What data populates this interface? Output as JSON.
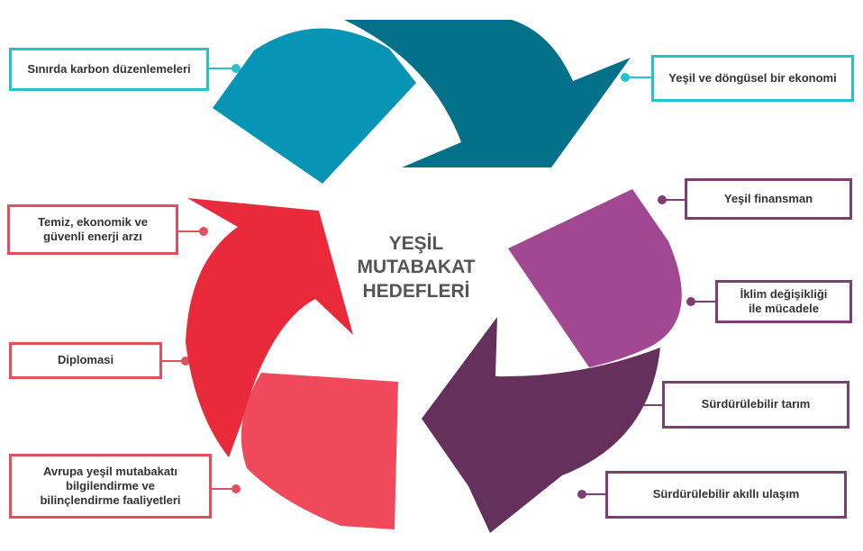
{
  "title": [
    "YEŞİL",
    "MUTABAKAT",
    "HEDEFLERİ"
  ],
  "colors": {
    "teal_light": "#0894b5",
    "teal_dark": "#03718a",
    "purple_light": "#a24893",
    "purple_dark": "#66305d",
    "red": "#e82a3b",
    "pink": "#f0495c",
    "cyan_border": "#24c2cb",
    "purple_border": "#7c3e73",
    "red_border": "#e0505f"
  },
  "labels": {
    "carbon": "Sınırda karbon düzenlemeleri",
    "economy": "Yeşil ve döngüsel bir ekonomi",
    "finance": "Yeşil finansman",
    "climate": [
      "İklim değişikliği",
      "ile mücadele"
    ],
    "agriculture": "Sürdürülebilir tarım",
    "transport": "Sürdürülebilir akıllı ulaşım",
    "energy": [
      "Temiz, ekonomik ve",
      "güvenli enerji arzı"
    ],
    "diplomacy": "Diplomasi",
    "awareness": [
      "Avrupa yeşil mutabakatı",
      "bilgilendirme ve",
      "bilinçlendirme faaliyetleri"
    ]
  }
}
